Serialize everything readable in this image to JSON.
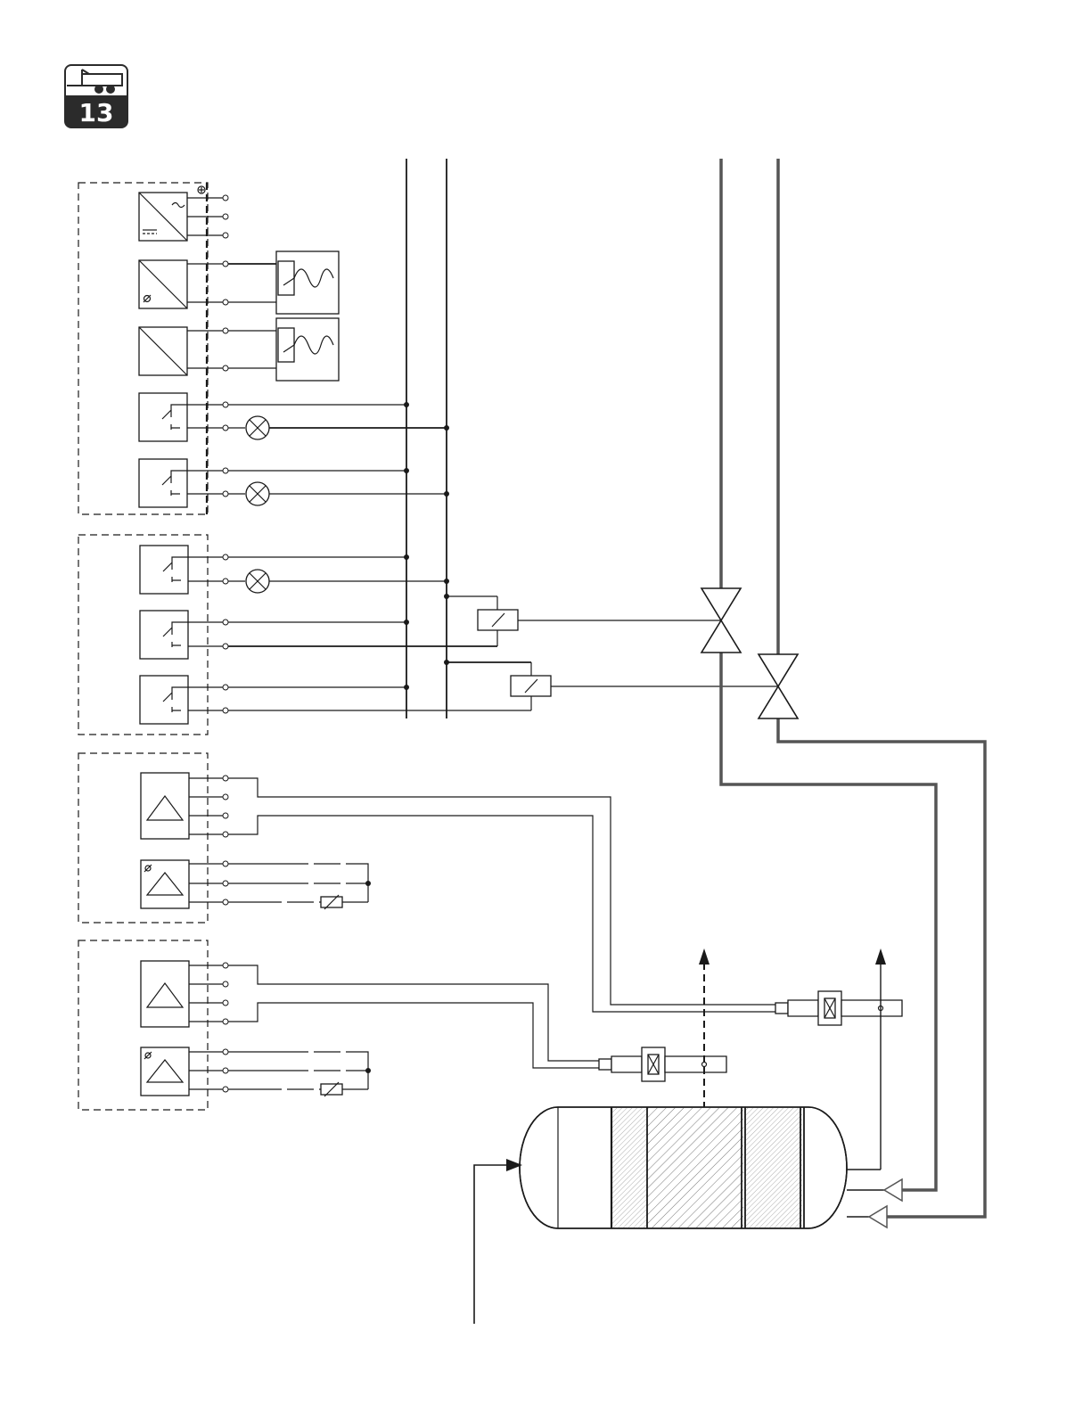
{
  "badge": {
    "number": "13",
    "icon": "trailer-icon"
  },
  "colors": {
    "ink": "#1a1a1a",
    "pipe": "#555555",
    "badge_bg": "#2b2b2b"
  },
  "groups": [
    {
      "id": "converter-module",
      "units": [
        "dc-converter",
        "temp-transmitter",
        "signal-transmitter",
        "relay-lamp-1",
        "relay-lamp-2"
      ]
    },
    {
      "id": "relay-module",
      "units": [
        "relay-lamp-3",
        "relay-valve-1",
        "relay-valve-2"
      ]
    },
    {
      "id": "sensor-module-1",
      "units": [
        "amplifier-1",
        "temp-amplifier-1"
      ]
    },
    {
      "id": "sensor-module-2",
      "units": [
        "amplifier-2",
        "temp-amplifier-2"
      ]
    }
  ],
  "components": {
    "valves": 2,
    "lambda_sensors": 2,
    "catalytic_converter": "exhaust-catalyst"
  }
}
